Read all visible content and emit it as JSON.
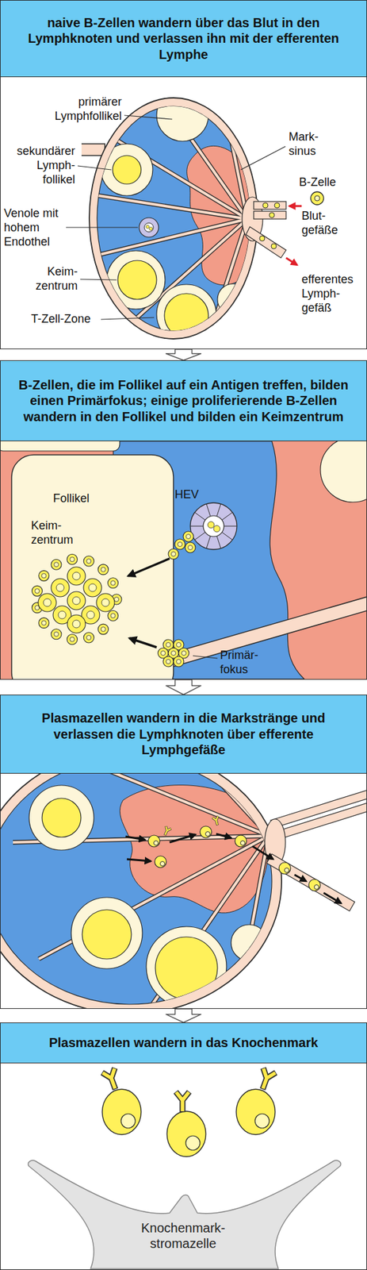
{
  "diagram": {
    "nodes": [
      {
        "text": [
          "naive B-Zellen wandern über das Blut in den Lymphknoten und verlassen ihn mit der efferenten Lymphe"
        ]
      },
      {
        "text": [
          "B-Zellen, die im Follikel auf ein Antigen treffen, bilden einen Primärfokus; einige proliferierende B-Zellen wandern in den Follikel und bilden ein Keimzentrum"
        ]
      },
      {
        "text": [
          "Plasmazellen wandern in die Markstränge und verlassen die Lymphknoten über efferente Lymphgefäße"
        ]
      },
      {
        "text": [
          "Plasmazellen wandern in das Knochenmark"
        ]
      },
      {
        "text": [
          "Knochenmark- stromazelle"
        ],
        "in": 3
      }
    ],
    "edges": [
      {
        "from": 0,
        "to": 1,
        "arrow": "to"
      },
      {
        "from": 1,
        "to": 2,
        "arrow": "to"
      },
      {
        "from": 2,
        "to": 3,
        "arrow": "to"
      }
    ],
    "labels": [
      "primärer Lymphfollikel",
      "sekundärer Lymph- follikel",
      "Venole mit hohem Endothel",
      "Keim- zentrum",
      "T-Zell-Zone",
      "Mark- sinus",
      "B-Zelle",
      "Blut- gefäße",
      "efferentes Lymph- gefäß",
      "Follikel",
      "Keim- zentrum",
      "HEV",
      "Primär- fokus"
    ]
  }
}
